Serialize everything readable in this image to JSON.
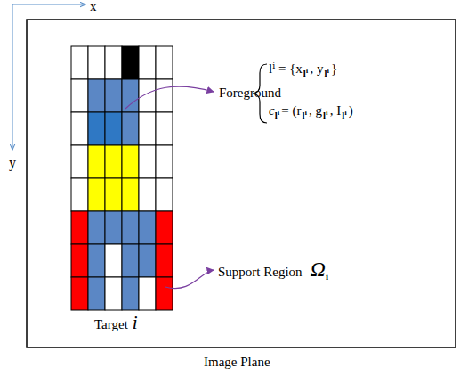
{
  "diagram": {
    "labels": [
      "x",
      "y",
      "Foreground",
      "lⁱ = {x",
      "lⁱ",
      ", y",
      "lⁱ",
      "}",
      "c",
      "lⁱ",
      "= (r",
      "lⁱ",
      ", g",
      "lⁱ",
      ", I",
      "lⁱ",
      ")",
      "Support Region",
      "Ω",
      "i",
      "Target",
      "i",
      "Image Plane"
    ]
  }
}
